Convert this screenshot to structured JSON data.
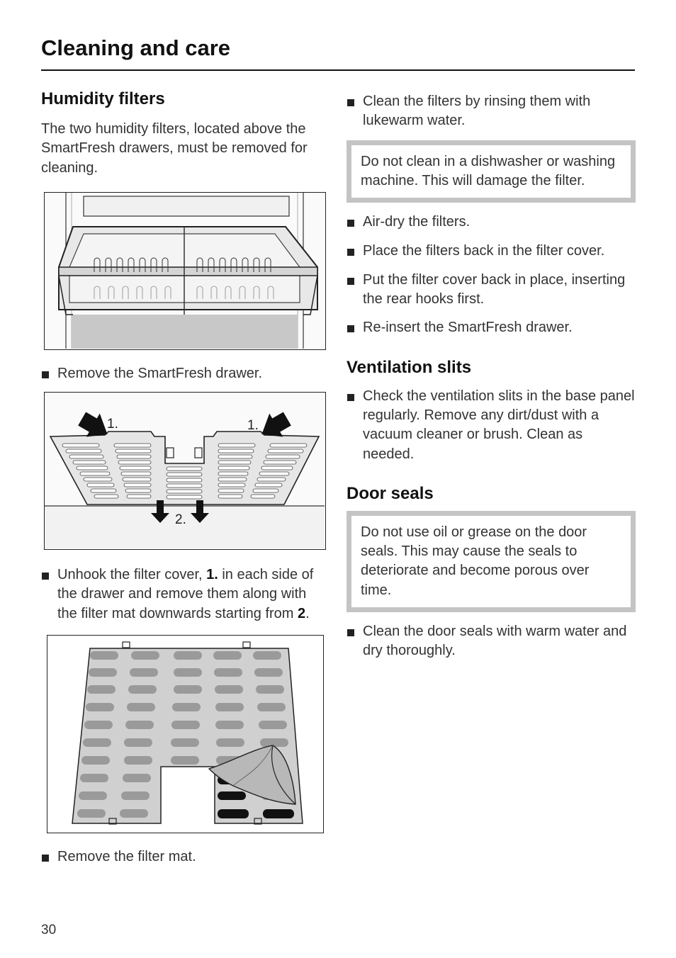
{
  "header": {
    "title": "Cleaning and care"
  },
  "left": {
    "humidity_heading": "Humidity filters",
    "humidity_intro": "The two humidity filters, located above the SmartFresh drawers, must be removed for cleaning.",
    "step_remove_drawer": "Remove the SmartFresh drawer.",
    "step_unhook": {
      "part1": "Unhook the filter cover, ",
      "bold1": "1.",
      "part2": " in each side of the drawer and remove them along with the filter mat downwards starting from ",
      "bold2": "2",
      "part3": "."
    },
    "figure2_labels": {
      "left": "1.",
      "right": "1.",
      "bottom": "2."
    },
    "step_remove_mat": "Remove the filter mat."
  },
  "right": {
    "step_rinse": "Clean the filters by rinsing them with lukewarm water.",
    "note_dishwasher": "Do not clean in a dishwasher or washing machine. This will damage the filter.",
    "steps_after": [
      "Air-dry the filters.",
      "Place the filters back in the filter cover.",
      "Put the filter cover back in place, inserting the rear hooks first.",
      "Re-insert the SmartFresh drawer."
    ],
    "vent_heading": "Ventilation slits",
    "vent_step": "Check the ventilation slits in the base panel regularly. Remove any dirt/dust with a vacuum cleaner or brush. Clean as needed.",
    "door_heading": "Door seals",
    "note_door": "Do not use oil or grease on the door seals. This may cause the seals to deteriorate and become porous over time.",
    "door_step": "Clean the door seals with warm water and dry thoroughly."
  },
  "footer": {
    "page_number": "30"
  }
}
